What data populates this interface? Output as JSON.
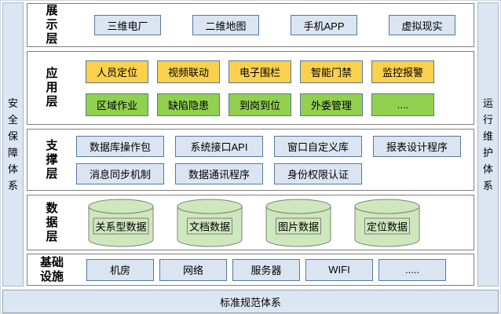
{
  "colors": {
    "bar_fill": "#dce6f2",
    "panel_border": "#7f7f7f",
    "box_border": "#54789f",
    "box_blue_fill": "#dbe5f1",
    "box_yellow_fill": "#fbd04e",
    "box_green_fill": "#92d050",
    "cylinder_fill": "#cfe7bd",
    "cylinder_stroke": "#7f7f7f"
  },
  "side_left": {
    "label": "安全保障体系"
  },
  "side_right": {
    "label": "运行维护体系"
  },
  "bottom_bar": {
    "label": "标准规范体系"
  },
  "layers": [
    {
      "label": "展示层",
      "rows": [
        {
          "style": "blue",
          "items": [
            "三维电厂",
            "二维地图",
            "手机APP",
            "虚拟现实"
          ]
        }
      ]
    },
    {
      "label": "应用层",
      "rows": [
        {
          "style": "yellow",
          "items": [
            "人员定位",
            "视频联动",
            "电子围栏",
            "智能门禁",
            "监控报警"
          ]
        },
        {
          "style": "green",
          "items": [
            "区域作业",
            "缺陷隐患",
            "到岗到位",
            "外委管理",
            "...."
          ]
        }
      ]
    },
    {
      "label": "支撑层",
      "rows": [
        {
          "style": "blue",
          "items": [
            "数据库操作包",
            "系统接口API",
            "窗口自定义库",
            "报表设计程序"
          ]
        },
        {
          "style": "blue",
          "items": [
            "消息同步机制",
            "数据通讯程序",
            "身份权限认证"
          ]
        }
      ]
    },
    {
      "label": "数据层",
      "cylinders": [
        "关系型数据",
        "文档数据",
        "图片数据",
        "定位数据"
      ]
    },
    {
      "label": "基础设施",
      "rows": [
        {
          "style": "blue",
          "items": [
            "机房",
            "网络",
            "服务器",
            "WIFI",
            "....."
          ]
        }
      ]
    }
  ]
}
